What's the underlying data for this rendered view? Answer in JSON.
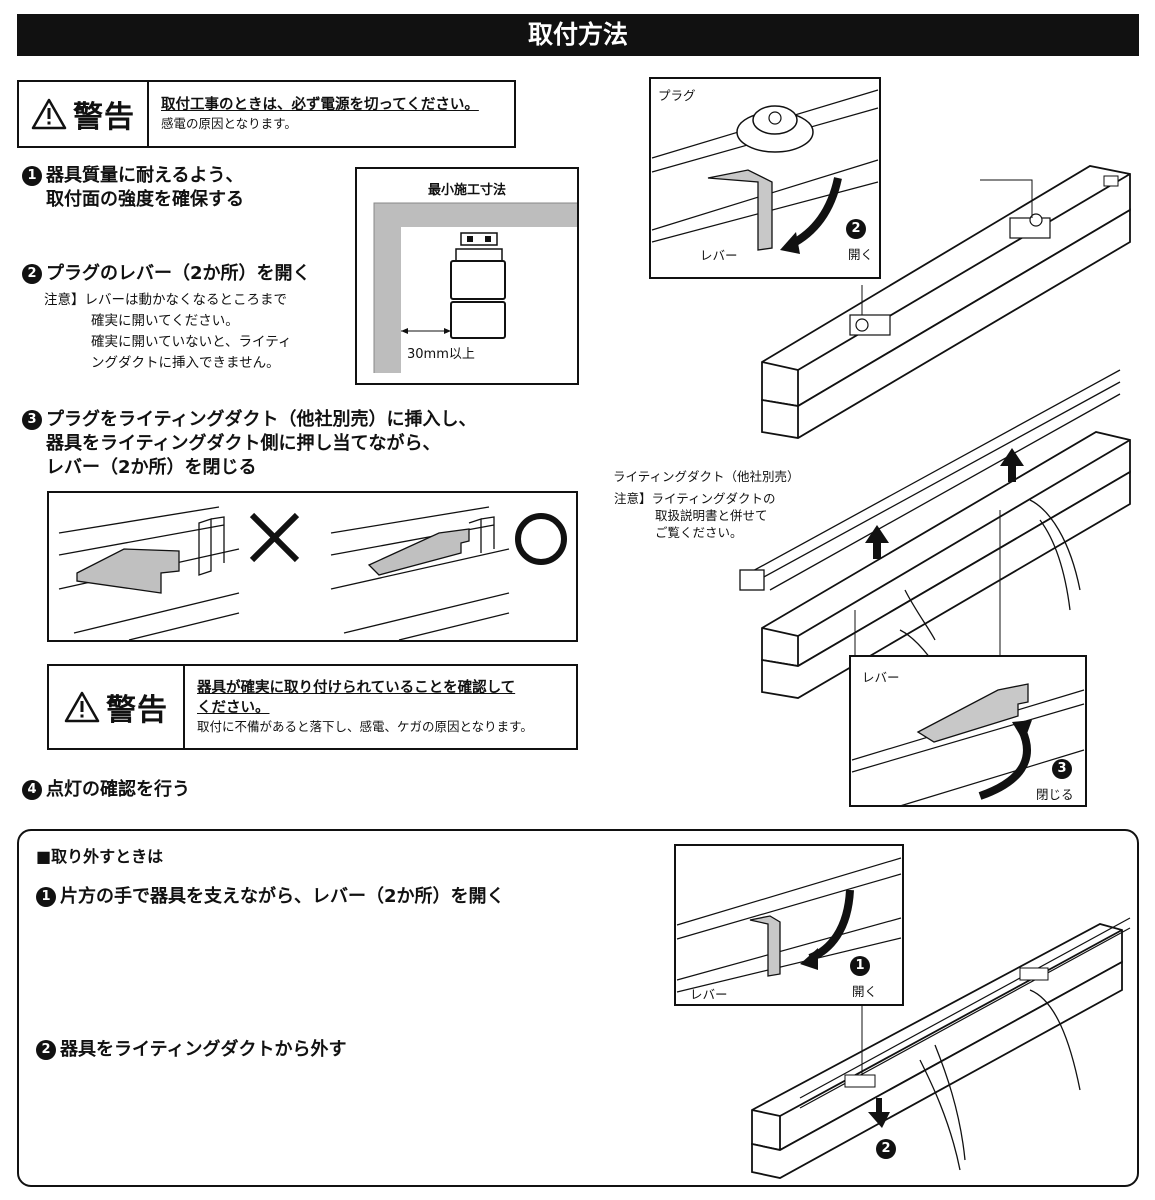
{
  "header": {
    "title": "取付方法"
  },
  "warning1": {
    "label": "警告",
    "main": "取付工事のときは、必ず電源を切ってください。",
    "sub": "感電の原因となります。"
  },
  "steps": {
    "s1": {
      "num": "1",
      "line1": "器具質量に耐えるよう、",
      "line2": "取付面の強度を確保する"
    },
    "s2": {
      "num": "2",
      "title": "プラグのレバー（2か所）を開く",
      "note_prefix": "注意】",
      "note1": "レバーは動かなくなるところまで",
      "note2": "確実に開いてください。",
      "note3": "確実に開いていないと、ライティ",
      "note4": "ングダクトに挿入できません。"
    },
    "s3": {
      "num": "3",
      "line1": "プラグをライティングダクト（他社別売）に挿入し、",
      "line2": "器具をライティングダクト側に押し当てながら、",
      "line3": "レバー（2か所）を閉じる"
    },
    "s4": {
      "num": "4",
      "title": "点灯の確認を行う"
    }
  },
  "min_dim": {
    "title": "最小施工寸法",
    "value": "30mm以上"
  },
  "warning2": {
    "label": "警告",
    "main1": "器具が確実に取り付けられていることを確認して",
    "main2": "ください。",
    "sub": "取付に不備があると落下し、感電、ケガの原因となります。"
  },
  "diagram_right": {
    "plug": "プラグ",
    "lever": "レバー",
    "open_num": "2",
    "open": "開く",
    "duct": "ライティングダクト（他社別売）",
    "duct_note1": "注意】ライティングダクトの",
    "duct_note2": "取扱説明書と併せて",
    "duct_note3": "ご覧ください。",
    "lever2": "レバー",
    "close_num": "3",
    "close": "閉じる"
  },
  "removal": {
    "title": "■取り外すときは",
    "s1": {
      "num": "1",
      "text": "片方の手で器具を支えながら、レバー（2か所）を開く"
    },
    "s2": {
      "num": "2",
      "text": "器具をライティングダクトから外す"
    },
    "fig": {
      "lever": "レバー",
      "num1": "1",
      "open": "開く",
      "num2": "2"
    }
  },
  "colors": {
    "dark": "#111111",
    "lever_gray": "#c8c8c8",
    "panel_gray": "#bdbdbd"
  }
}
